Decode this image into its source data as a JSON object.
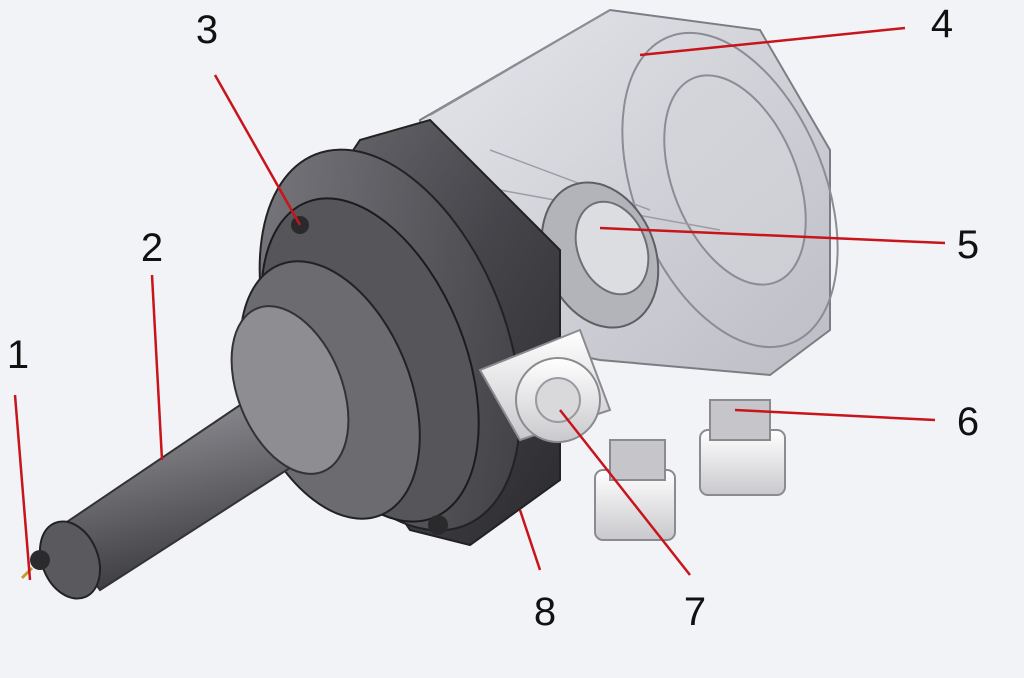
{
  "diagram": {
    "callouts": [
      {
        "label": "1"
      },
      {
        "label": "2"
      },
      {
        "label": "3"
      },
      {
        "label": "4"
      },
      {
        "label": "5"
      },
      {
        "label": "6"
      },
      {
        "label": "7"
      },
      {
        "label": "8"
      }
    ],
    "colors": {
      "background": "#f2f3f6",
      "leader_line": "#c8141b",
      "metal_dark": "#3f3f44",
      "metal_mid": "#8a8a8f",
      "transparent_housing": "#c7c8ce",
      "fitting_white": "#e6e6e8"
    }
  }
}
